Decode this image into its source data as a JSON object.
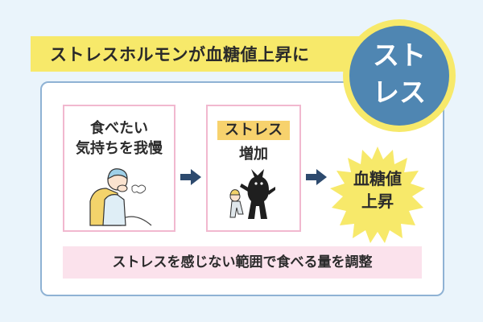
{
  "banner": {
    "text": "ストレスホルモンが血糖値上昇に"
  },
  "badge": {
    "line1": "スト",
    "line2": "レス"
  },
  "step1": {
    "line1": "食べたい",
    "line2": "気持ちを我慢",
    "illustration": "person-holding-back-illustration"
  },
  "step2": {
    "tag": "ストレス",
    "label": "増加",
    "illustration": "stress-monster-illustration"
  },
  "result": {
    "line1": "血糖値",
    "line2": "上昇"
  },
  "bottom": {
    "text": "ストレスを感じない範囲で食べる量を調整"
  },
  "colors": {
    "background": "#eaf4fb",
    "yellow": "#f7e96a",
    "blue": "#4f86b2",
    "pink_border": "#f1b8cf",
    "pink_fill": "#fbe2ec",
    "navy": "#2d4a6e"
  }
}
